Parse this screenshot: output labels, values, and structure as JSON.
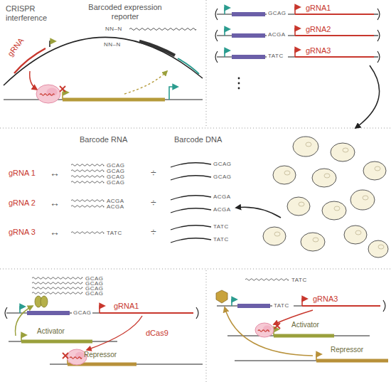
{
  "diagram": {
    "labels": [
      "CRISPR interference",
      "Barcoded expression reporter",
      "NN–N",
      "NN–N",
      "gRNA",
      "GCAG",
      "gRNA1",
      "ACGA",
      "gRNA2",
      "TATC",
      "gRNA3",
      "Barcode RNA",
      "Barcode DNA",
      "gRNA 1",
      "↔",
      "GCAG",
      "GCAG",
      "GCAG",
      "GCAG",
      "÷",
      "GCAG",
      "GCAG",
      "gRNA 2",
      "↔",
      "ACGA",
      "ACGA",
      "÷",
      "ACGA",
      "ACGA",
      "gRNA 3",
      "↔",
      "TATC",
      "÷",
      "TATC",
      "TATC",
      "GCAG",
      "GCAG",
      "GCAG",
      "GCAG",
      "GCAG",
      "gRNA1",
      "dCas9",
      "Activator",
      "Repressor",
      "TATC",
      "TATC",
      "gRNA3",
      "Activator",
      "Repressor"
    ]
  }
}
